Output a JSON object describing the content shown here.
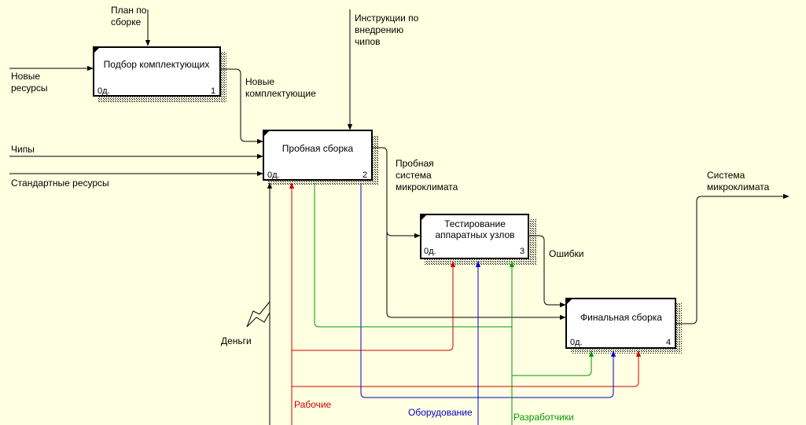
{
  "boxes": [
    {
      "id": "b1",
      "title": "Подбор комплектующих",
      "cost": "0д.",
      "num": "1"
    },
    {
      "id": "b2",
      "title": "Пробная сборка",
      "cost": "0д.",
      "num": "2"
    },
    {
      "id": "b3",
      "title_line1": "Тестирование",
      "title_line2": "аппаратных узлов",
      "cost": "0д.",
      "num": "3"
    },
    {
      "id": "b4",
      "title": "Финальная сборка",
      "cost": "0д.",
      "num": "4"
    }
  ],
  "arrows": {
    "plan": [
      "План по",
      "сборке"
    ],
    "new_resources": [
      "Новые",
      "ресурсы"
    ],
    "instructions": [
      "Инструкции по",
      "внедрению",
      "чипов"
    ],
    "new_parts": [
      "Новые",
      "комплектующие"
    ],
    "chips": "Чипы",
    "std_resources": "Стандартные ресурсы",
    "trial_system": [
      "Пробная",
      "система",
      "микроклимата"
    ],
    "system": [
      "Система",
      "микроклимата"
    ],
    "errors": "Ошибки",
    "money": "Деньги",
    "workers": "Рабочие",
    "equipment": "Оборудование",
    "developers": "Разработчики"
  },
  "colors": {
    "background": "#ffffe1",
    "workers": "#cc0000",
    "equipment": "#0000cc",
    "developers": "#009900",
    "default": "#000000"
  }
}
